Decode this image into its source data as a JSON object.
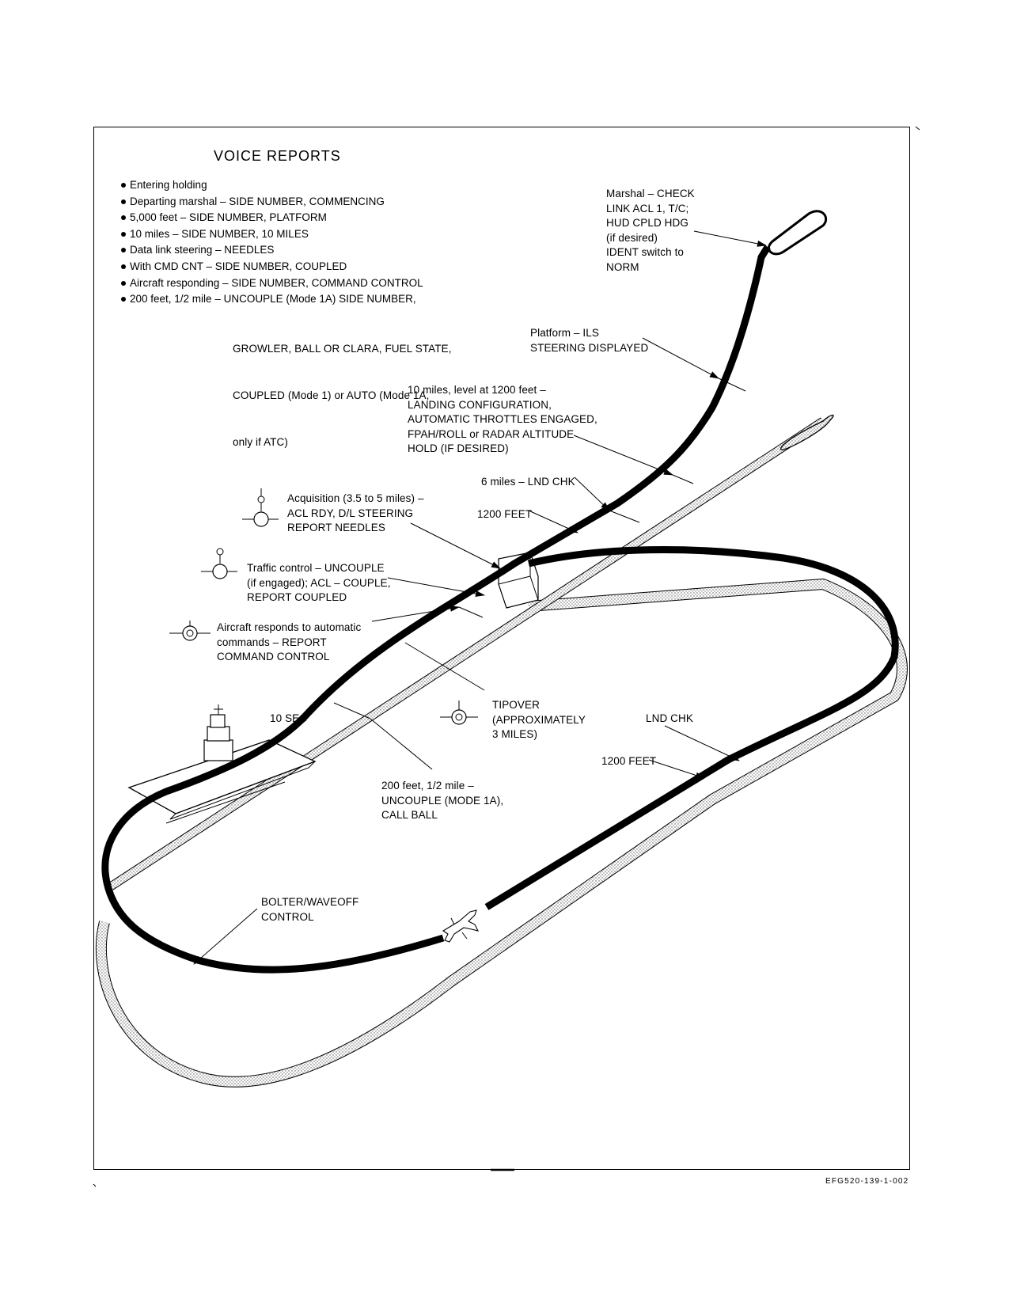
{
  "title": "VOICE REPORTS",
  "reports": [
    "Entering holding",
    "Departing marshal – SIDE NUMBER, COMMENCING",
    "5,000 feet – SIDE NUMBER, PLATFORM",
    "10 miles – SIDE NUMBER, 10 MILES",
    "Data link steering – NEEDLES",
    "With CMD CNT – SIDE NUMBER, COUPLED",
    "Aircraft responding – SIDE NUMBER, COMMAND CONTROL",
    "200 feet, 1/2 mile – UNCOUPLE (Mode 1A) SIDE NUMBER,"
  ],
  "report_continuation": [
    "GROWLER, BALL OR CLARA, FUEL STATE,",
    "COUPLED (Mode 1) or AUTO (Mode 1A,",
    "only if ATC)"
  ],
  "labels": {
    "marshal": "Marshal – CHECK\nLINK ACL 1, T/C;\nHUD CPLD HDG\n(if desired)\nIDENT switch to\nNORM",
    "platform": "Platform – ILS\nSTEERING DISPLAYED",
    "ten_miles": "10 miles, level at 1200 feet –\nLANDING CONFIGURATION,\nAUTOMATIC THROTTLES ENGAGED,\nFPAH/ROLL or RADAR ALTITUDE\nHOLD (IF DESIRED)",
    "six_miles": "6 miles – LND CHK",
    "feet_1200_a": "1200 FEET",
    "acquisition": "Acquisition (3.5 to 5 miles) –\nACL RDY, D/L STEERING\nREPORT NEEDLES",
    "traffic": "Traffic control – UNCOUPLE\n(if engaged); ACL – COUPLE,\nREPORT COUPLED",
    "responds": "Aircraft responds to automatic\ncommands – REPORT\nCOMMAND CONTROL",
    "tipover": "TIPOVER\n(APPROXIMATELY\n3 MILES)",
    "ten_sec": "10 SEC",
    "feet200": "200 feet, 1/2 mile –\nUNCOUPLE (MODE 1A),\nCALL BALL",
    "lnd_chk": "LND CHK",
    "feet_1200_b": "1200 FEET",
    "bolter": "BOLTER/WAVEOFF\nCONTROL"
  },
  "figure_code": "EFG520-139-1-002"
}
